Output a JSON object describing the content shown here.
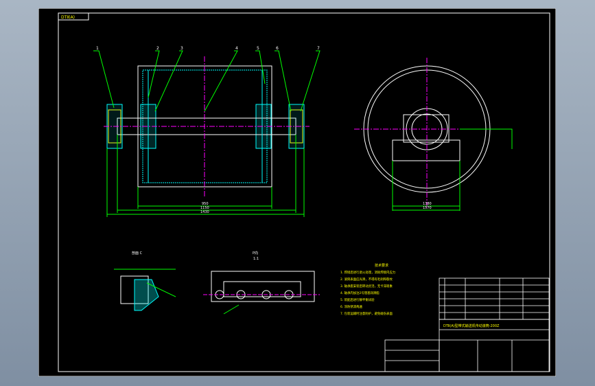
{
  "drawing": {
    "title_stamp": "DTⅡ(A)",
    "title_text": "DTⅡ(A)型带式输送机传动滚筒-200Z",
    "section_ref": "剖面 C",
    "section_label": "P向",
    "section_scale": "1:1",
    "tech_requirements_title": "技术要求",
    "tech_requirements": [
      "1. 焊接后进行退火处理，消除焊接内应力",
      "2. 滚筒表面应光滑，不得有毛刺和裂纹",
      "3. 轴承座安装后转动灵活，无卡滞现象",
      "4. 轴承内加注2号锂基润滑脂",
      "5. 装配后进行静平衡试验",
      "6. 涂防锈漆两遍",
      "7. 包装运输时注意防护，避免碰伤表面"
    ],
    "dim_labels": {
      "inner": "950",
      "mid": "1150",
      "overall": "1430",
      "right_base_inner": "1380",
      "right_base_outer": "1570"
    },
    "part_numbers": [
      "1",
      "2",
      "3",
      "4",
      "5",
      "6",
      "7"
    ]
  },
  "colors": {
    "background": "#000000",
    "frame": "#ffffff",
    "geometry": "#ffffff",
    "center_line": "#ff00ff",
    "dimension": "#00ff00",
    "annotation": "#ffff00",
    "hatch": "#00ffff",
    "section": "#ff0000"
  }
}
